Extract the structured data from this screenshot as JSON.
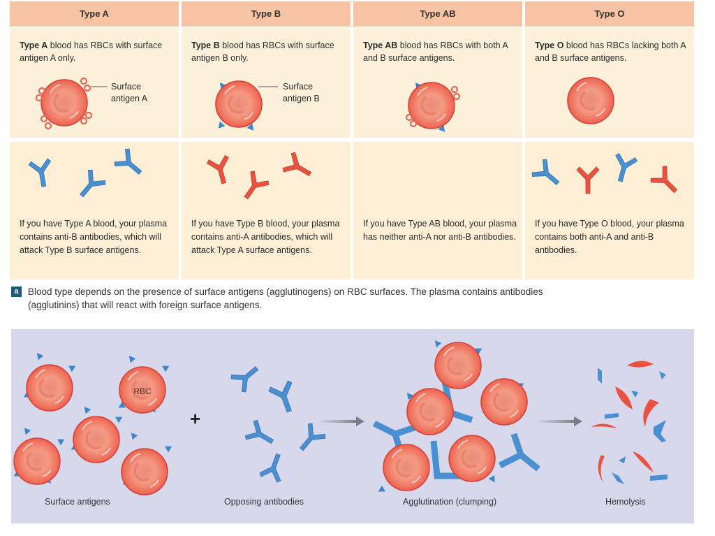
{
  "panel_a": {
    "columns": [
      {
        "header": "Type A",
        "desc_bold": "Type A",
        "desc_rest": " blood has RBCs with surface antigen A only.",
        "antigen_label_1": "Surface",
        "antigen_label_2": "antigen A",
        "plasma_text": "If you have Type A blood, your plasma contains anti-B antibodies, which will attack Type B surface antigens."
      },
      {
        "header": "Type B",
        "desc_bold": "Type B",
        "desc_rest": " blood has RBCs with surface antigen B only.",
        "antigen_label_1": "Surface",
        "antigen_label_2": "antigen B",
        "plasma_text": "If you have Type B blood, your plasma contains anti-A antibodies, which will attack Type A surface antigens."
      },
      {
        "header": "Type AB",
        "desc_bold": "Type AB",
        "desc_rest": " blood has RBCs with both A and B surface antigens.",
        "plasma_text": "If you have Type AB blood, your plasma has neither anti-A nor anti-B antibodies."
      },
      {
        "header": "Type O",
        "desc_bold": "Type O",
        "desc_rest": " blood has RBCs lacking both A and B surface antigens.",
        "plasma_text": "If you have Type O blood, your plasma contains both anti-A and anti-B antibodies."
      }
    ],
    "caption_badge": "a",
    "caption": "Blood type depends on the presence of surface antigens (agglutinogens) on RBC surfaces. The plasma contains antibodies (agglutinins) that will react with foreign surface antigens."
  },
  "panel_b": {
    "rbc_label": "RBC",
    "plus": "+",
    "stages": [
      "Surface antigens",
      "Opposing antibodies",
      "Agglutination (clumping)",
      "Hemolysis"
    ]
  },
  "colors": {
    "header": "#f6c4a4",
    "cell": "#fdf0da",
    "rbc": "#ef6a55",
    "anti_a_antibody": "#e8533f",
    "anti_b_antibody": "#4a8fd0",
    "panel_b_bg": "#d7d8ec",
    "caption_badge": "#1c5a7a"
  }
}
